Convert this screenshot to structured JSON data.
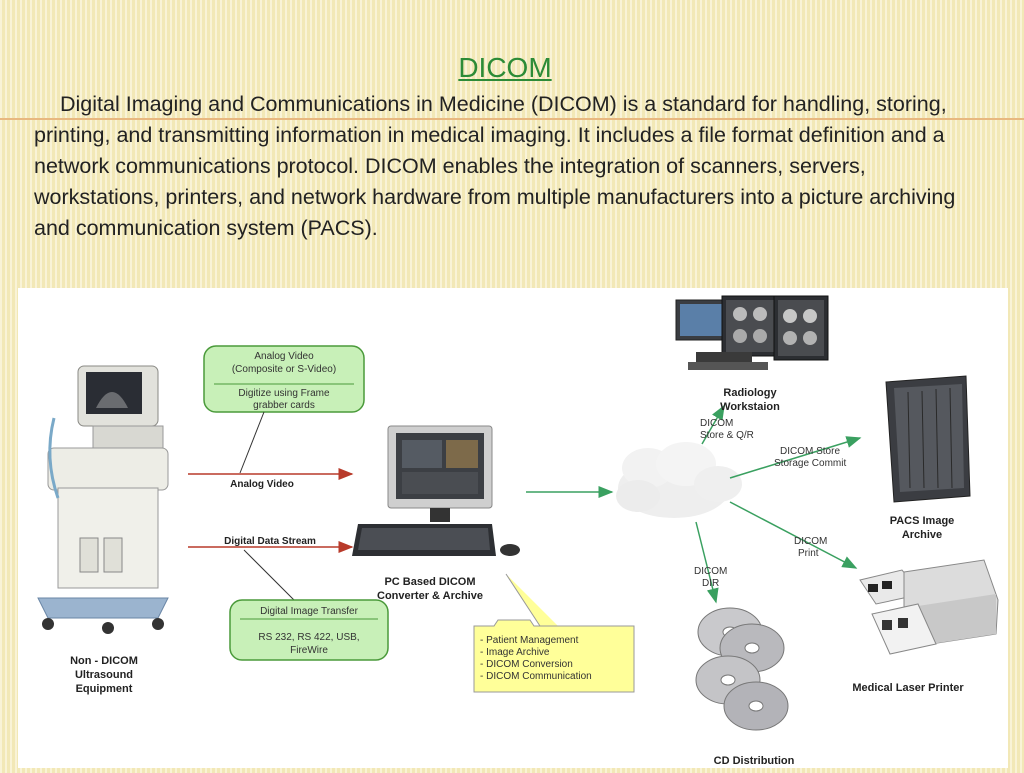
{
  "slide": {
    "title": "DICOM",
    "body": "Digital Imaging and Communications in Medicine (DICOM) is a standard for handling, storing, printing, and transmitting information in medical imaging. It includes a file format definition and a network communications protocol. DICOM enables the integration of scanners, servers, workstations, printers, and network hardware from multiple manufacturers into a picture archiving and communication system (PACS)."
  },
  "diagram": {
    "callout_analog": {
      "line1": "Analog Video",
      "line2": "(Composite or S-Video)",
      "line3": "Digitize using Frame",
      "line4": "grabber cards"
    },
    "callout_digital": {
      "line1": "Digital Image Transfer",
      "line2": "RS 232, RS 422, USB,",
      "line3": "FireWire"
    },
    "arrow_analog_label": "Analog Video",
    "arrow_digital_label": "Digital Data Stream",
    "ultrasound_label": {
      "line1": "Non - DICOM",
      "line2": "Ultrasound",
      "line3": "Equipment"
    },
    "pc_label": {
      "line1": "PC Based DICOM",
      "line2": "Converter & Archive"
    },
    "folder_items": [
      "- Patient Management",
      "- Image Archive",
      "- DICOM Conversion",
      "- DICOM Communication"
    ],
    "workstation_label": {
      "line1": "Radiology",
      "line2": "Workstaion"
    },
    "store_qr_label": {
      "line1": "DICOM",
      "line2": "Store & Q/R"
    },
    "store_commit_label": {
      "line1": "DICOM Store",
      "line2": "Storage Commit"
    },
    "pacs_label": {
      "line1": "PACS Image",
      "line2": "Archive"
    },
    "print_label": {
      "line1": "DICOM",
      "line2": "Print"
    },
    "dir_label": {
      "line1": "DICOM",
      "line2": "DIR"
    },
    "printer_label": "Medical Laser Printer",
    "cd_label": "CD Distribution"
  },
  "colors": {
    "title": "#2c8b37",
    "callout_fill": "#c8f0b8",
    "callout_stroke": "#4a9a3a",
    "folder_fill": "#ffff99",
    "arrow_red": "#b83a2a",
    "arrow_green": "#3aa060"
  }
}
